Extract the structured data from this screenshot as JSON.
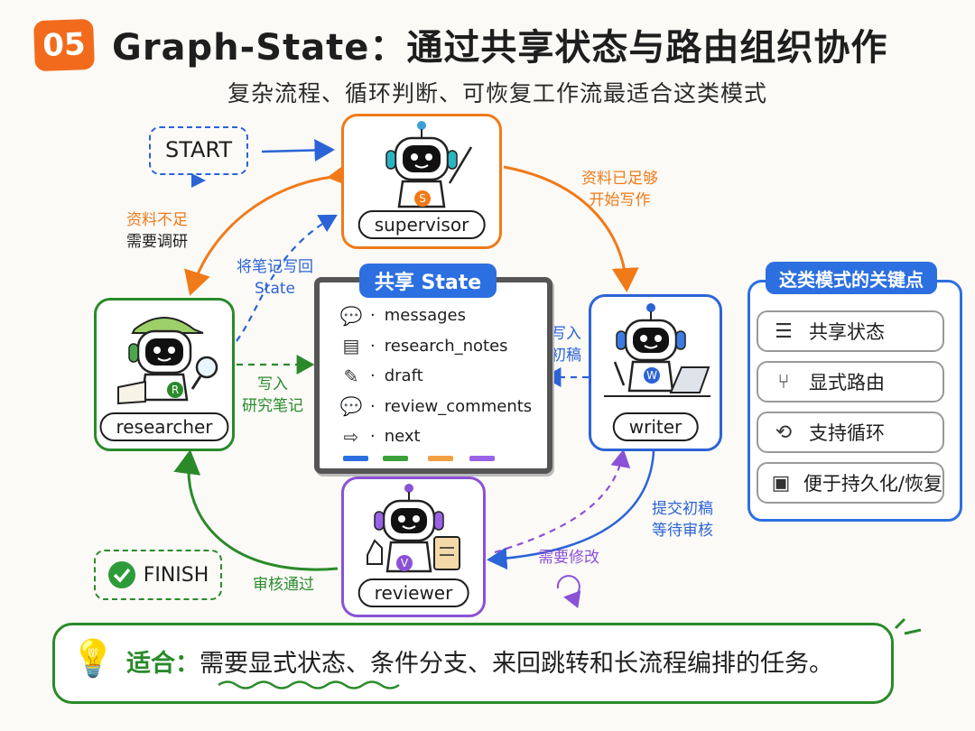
{
  "header": {
    "badge": "05",
    "title": "Graph-State：通过共享状态与路由组织协作",
    "subtitle": "复杂流程、循环判断、可恢复工作流最适合这类模式"
  },
  "nodes": {
    "start": "START",
    "finish": "FINISH",
    "supervisor": "supervisor",
    "researcher": "researcher",
    "writer": "writer",
    "reviewer": "reviewer"
  },
  "badges": {
    "supervisor": "S",
    "researcher": "R",
    "writer": "W",
    "reviewer": "V"
  },
  "edges": {
    "insufficient_1": "资料不足",
    "insufficient_2": "需要调研",
    "enough_1": "资料已足够",
    "enough_2": "开始写作",
    "writeback_1": "将笔记写回",
    "writeback_2": "State",
    "write_notes_1": "写入",
    "write_notes_2": "研究笔记",
    "write_draft_1": "写入",
    "write_draft_2": "初稿",
    "submit_1": "提交初稿",
    "submit_2": "等待审核",
    "revise": "需要修改",
    "approved": "审核通过"
  },
  "state": {
    "title": "共享 State",
    "fields": [
      {
        "icon": "message-icon",
        "name": "messages"
      },
      {
        "icon": "notes-icon",
        "name": "research_notes"
      },
      {
        "icon": "pencil-icon",
        "name": "draft"
      },
      {
        "icon": "comment-icon",
        "name": "review_comments"
      },
      {
        "icon": "signpost-icon",
        "name": "next"
      }
    ]
  },
  "key_points": {
    "title": "这类模式的关键点",
    "items": [
      {
        "icon": "database-icon",
        "label": "共享状态"
      },
      {
        "icon": "routing-icon",
        "label": "显式路由"
      },
      {
        "icon": "cycle-icon",
        "label": "支持循环"
      },
      {
        "icon": "save-icon",
        "label": "便于持久化/恢复"
      }
    ]
  },
  "footer": {
    "key": "适合：",
    "text": "需要显式状态、条件分支、来回跳转和长流程编排的任务。"
  },
  "colors": {
    "orange": "#f07a18",
    "blue": "#2c63d6",
    "green": "#2a8a2a",
    "purple": "#8a52d6"
  }
}
